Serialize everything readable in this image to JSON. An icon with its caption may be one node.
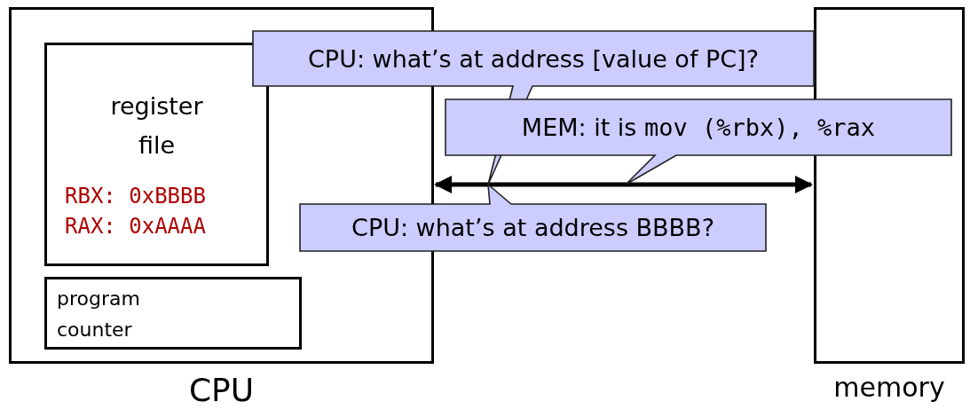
{
  "diagram": {
    "nodes": [
      {
        "text": [
          "CPU"
        ]
      },
      {
        "text": [
          "register file",
          "RBX: 0xBBBB",
          "RAX: 0xAAAA"
        ],
        "in": 0
      },
      {
        "text": [
          "program counter"
        ],
        "in": 0
      },
      {
        "text": [
          "memory"
        ]
      },
      {
        "text": [
          "CPU: what’s at address [value of PC]?"
        ]
      },
      {
        "text": [
          "MEM: it is",
          "mov (%rbx), %rax"
        ]
      },
      {
        "text": [
          "CPU: what’s at address BBBB?"
        ]
      }
    ],
    "edges": [
      {
        "from": 0,
        "to": 3,
        "arrow": "both"
      }
    ]
  }
}
